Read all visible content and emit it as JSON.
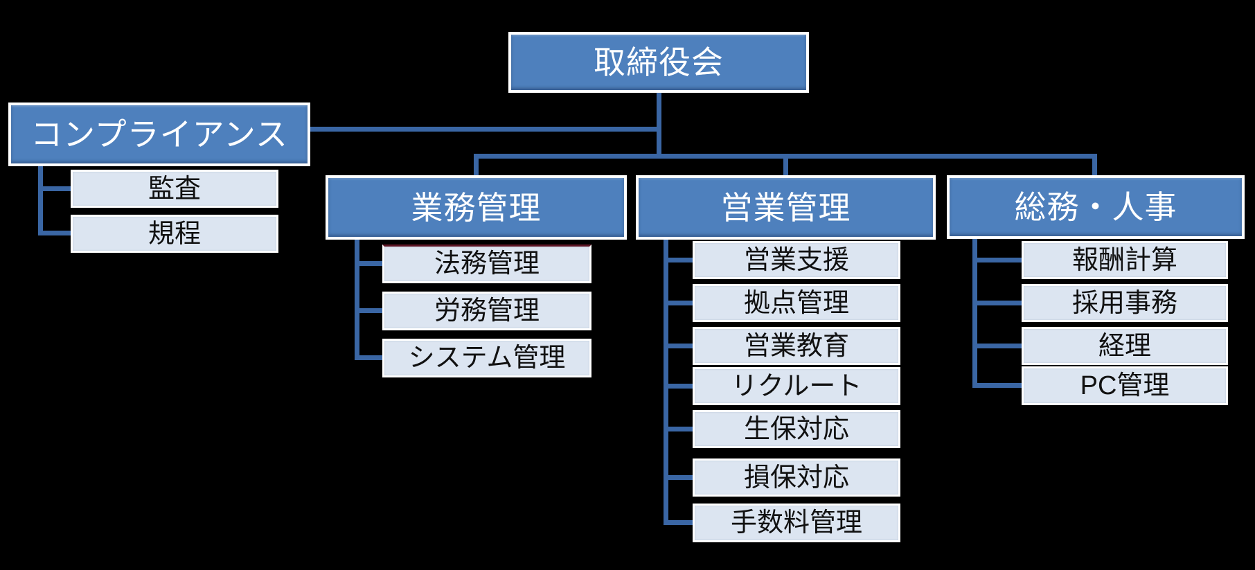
{
  "chart": {
    "root": {
      "label": "取締役会"
    },
    "compliance": {
      "label": "コンプライアンス",
      "children": [
        {
          "label": "監査"
        },
        {
          "label": "規程"
        }
      ]
    },
    "branches": [
      {
        "label": "業務管理",
        "children": [
          {
            "label": "法務管理"
          },
          {
            "label": "労務管理"
          },
          {
            "label": "システム管理"
          }
        ]
      },
      {
        "label": "営業管理",
        "children": [
          {
            "label": "営業支援"
          },
          {
            "label": "拠点管理"
          },
          {
            "label": "営業教育"
          },
          {
            "label": "リクルート"
          },
          {
            "label": "生保対応"
          },
          {
            "label": "損保対応"
          },
          {
            "label": "手数料管理"
          }
        ]
      },
      {
        "label": "総務・人事",
        "children": [
          {
            "label": "報酬計算"
          },
          {
            "label": "採用事務"
          },
          {
            "label": "経理"
          },
          {
            "label": "PC管理"
          }
        ]
      }
    ]
  },
  "colors": {
    "background": "#000000",
    "parent_fill": "#4E80BD",
    "child_fill": "#DCE5F1",
    "connector": "#3A66A4",
    "parent_text": "#FFFFFF",
    "child_text": "#111111",
    "accent_line": "#5C1424"
  }
}
